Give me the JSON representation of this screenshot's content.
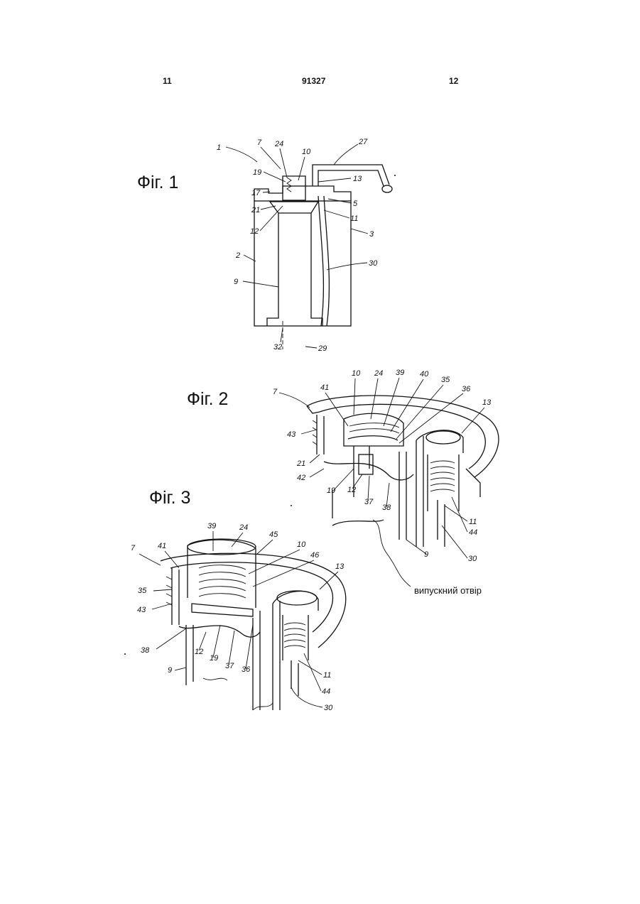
{
  "header": {
    "left_page": "11",
    "doc_number": "91327",
    "right_page": "12"
  },
  "figures": {
    "fig1": {
      "title": "Фіг. 1",
      "labels": [
        "1",
        "7",
        "24",
        "10",
        "27",
        "19",
        "13",
        "17",
        "5",
        "21",
        "11",
        "12",
        "3",
        "2",
        "30",
        "9",
        "32",
        "29"
      ]
    },
    "fig2": {
      "title": "Фіг. 2",
      "labels": [
        "7",
        "10",
        "24",
        "39",
        "40",
        "35",
        "36",
        "41",
        "13",
        "43",
        "21",
        "42",
        "19",
        "12",
        "37",
        "38",
        "11",
        "44",
        "9",
        "30"
      ],
      "annotation": "випускний отвір"
    },
    "fig3": {
      "title": "Фіг. 3",
      "labels": [
        "39",
        "24",
        "45",
        "7",
        "41",
        "10",
        "46",
        "13",
        "35",
        "43",
        "38",
        "12",
        "19",
        "37",
        "36",
        "11",
        "9",
        "44",
        "30"
      ]
    }
  }
}
